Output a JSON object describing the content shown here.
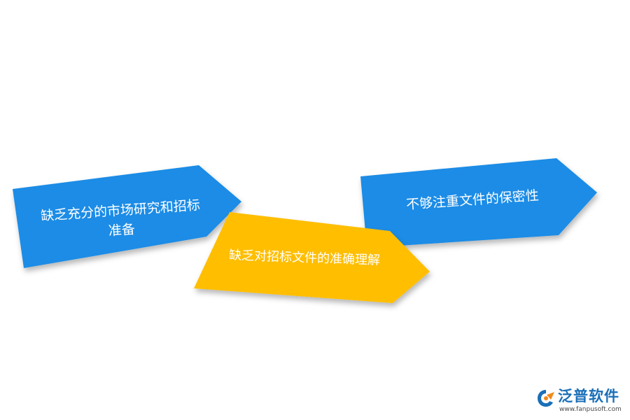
{
  "diagram": {
    "arrows": [
      {
        "lines": [
          "缺乏充分的市场研究和招标",
          "准备"
        ],
        "color": "#1A8CE6"
      },
      {
        "lines": [
          "缺乏对招标文件的准确理解"
        ],
        "color": "#FFBE00"
      },
      {
        "lines": [
          "不够注重文件的保密性"
        ],
        "color": "#1A8CE6"
      }
    ]
  },
  "logo": {
    "name": "泛普软件",
    "url": "www.fanpusoft.com",
    "icon": "fanpu-logo-icon",
    "colors": {
      "blue": "#1A6FB8",
      "orange": "#F08A1C"
    }
  }
}
